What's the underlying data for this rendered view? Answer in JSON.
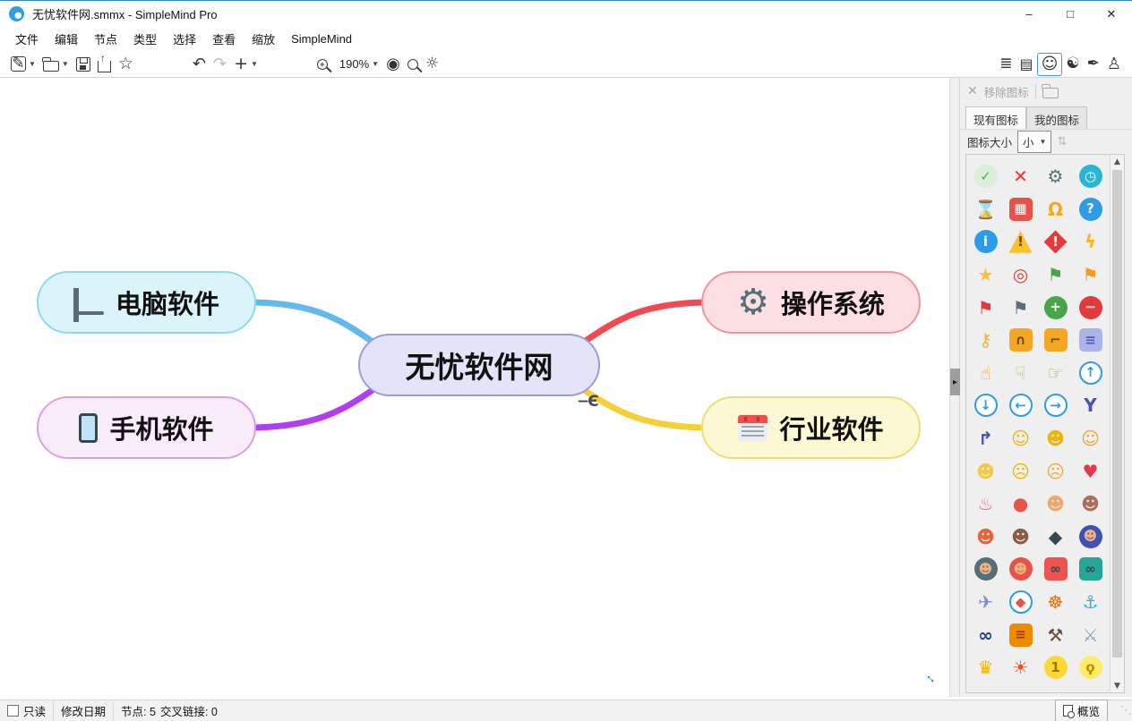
{
  "window": {
    "title": "无忧软件网.smmx - SimpleMind Pro",
    "minimize": "–",
    "maximize": "□",
    "close": "✕"
  },
  "menu": {
    "items": [
      "文件",
      "编辑",
      "节点",
      "类型",
      "选择",
      "查看",
      "缩放",
      "SimpleMind"
    ]
  },
  "toolbar": {
    "zoom_level": "190%"
  },
  "mindmap": {
    "center": {
      "label": "无忧软件网",
      "fill": "#e4e4f8",
      "border": "#9c9cd9"
    },
    "nodes": [
      {
        "label": "电脑软件",
        "icon": "laptop",
        "fill": "#daf4f9",
        "border": "#8fd9ec",
        "branch": "#62b9ee"
      },
      {
        "label": "手机软件",
        "icon": "smartphone",
        "fill": "#f8ecfa",
        "border": "#dc9fe3",
        "branch": "#b13ef2"
      },
      {
        "label": "操作系统",
        "icon": "gear",
        "fill": "#fbdfe2",
        "border": "#f2949d",
        "branch": "#f2484f"
      },
      {
        "label": "行业软件",
        "icon": "calendar",
        "fill": "#fdf8d4",
        "border": "#eedc77",
        "branch": "#f4cf37"
      }
    ]
  },
  "panel": {
    "remove_button": "移除图标",
    "tabs": [
      {
        "label": "现有图标",
        "active": true
      },
      {
        "label": "我的图标",
        "active": false
      }
    ],
    "icon_size_label": "图标大小",
    "icon_size_value": "小",
    "icons": [
      {
        "n": "check",
        "g": "✓",
        "c": "#3db54a",
        "b": "#d9efd9",
        "s": "c"
      },
      {
        "n": "cross",
        "g": "✕",
        "c": "#e33b3b"
      },
      {
        "n": "gear",
        "g": "⚙",
        "c": "#5c6e7a"
      },
      {
        "n": "clock",
        "g": "◷",
        "c": "#ffffff",
        "b": "#29b5d6",
        "s": "c"
      },
      {
        "n": "hourglass",
        "g": "⌛",
        "c": "#cf8a2e"
      },
      {
        "n": "calendar",
        "g": "▦",
        "c": "#ffffff",
        "b": "#e5534b",
        "s": "s"
      },
      {
        "n": "bell",
        "g": "Ω",
        "c": "#f5a623"
      },
      {
        "n": "question",
        "g": "?",
        "c": "#ffffff",
        "b": "#2e9be6",
        "s": "c"
      },
      {
        "n": "info",
        "g": "i",
        "c": "#ffffff",
        "b": "#2e9be6",
        "s": "c"
      },
      {
        "n": "warning",
        "g": "!",
        "c": "#6b4f00",
        "b": "#fbc02d",
        "s": "t"
      },
      {
        "n": "error",
        "g": "!",
        "c": "#ffffff",
        "b": "#e33b3b",
        "s": "d"
      },
      {
        "n": "lightning",
        "g": "ϟ",
        "c": "#f5b81e"
      },
      {
        "n": "star",
        "g": "★",
        "c": "#fbc02d"
      },
      {
        "n": "target",
        "g": "◎",
        "c": "#e33b3b"
      },
      {
        "n": "flag-green",
        "g": "⚑",
        "c": "#47a64a"
      },
      {
        "n": "flag-orange",
        "g": "⚑",
        "c": "#f59a23"
      },
      {
        "n": "flag-red",
        "g": "⚑",
        "c": "#e33b3b"
      },
      {
        "n": "flag-checkered",
        "g": "⚑",
        "c": "#5c6e7a"
      },
      {
        "n": "plus",
        "g": "+",
        "c": "#ffffff",
        "b": "#47a64a",
        "s": "c"
      },
      {
        "n": "minus",
        "g": "−",
        "c": "#ffffff",
        "b": "#e33b3b",
        "s": "c"
      },
      {
        "n": "key",
        "g": "⚷",
        "c": "#f2b23a"
      },
      {
        "n": "lock",
        "g": "∩",
        "c": "#6b4f00",
        "b": "#f5a623",
        "s": "s"
      },
      {
        "n": "unlock",
        "g": "⌐",
        "c": "#6b4f00",
        "b": "#f5a623",
        "s": "s"
      },
      {
        "n": "trash",
        "g": "≡",
        "c": "#4d5bc0",
        "b": "#aab4e8",
        "s": "s"
      },
      {
        "n": "thumbs-up",
        "g": "☝",
        "c": "#e8a33d"
      },
      {
        "n": "thumbs-down",
        "g": "☟",
        "c": "#e8a33d"
      },
      {
        "n": "handshake",
        "g": "☞",
        "c": "#d9962e"
      },
      {
        "n": "arrow-up",
        "g": "↑",
        "c": "#2e9be6",
        "b": "#ffffff",
        "bd": "#2e9be6",
        "s": "c"
      },
      {
        "n": "arrow-down",
        "g": "↓",
        "c": "#2e9be6",
        "b": "#ffffff",
        "bd": "#2e9be6",
        "s": "c"
      },
      {
        "n": "arrow-left",
        "g": "←",
        "c": "#2e9be6",
        "b": "#ffffff",
        "bd": "#2e9be6",
        "s": "c"
      },
      {
        "n": "arrow-right",
        "g": "→",
        "c": "#2e9be6",
        "b": "#ffffff",
        "bd": "#2e9be6",
        "s": "c"
      },
      {
        "n": "split",
        "g": "Y",
        "c": "#4553b4"
      },
      {
        "n": "merge",
        "g": "↱",
        "c": "#4553b4"
      },
      {
        "n": "smile",
        "g": "☺",
        "c": "#f2b200"
      },
      {
        "n": "laugh",
        "g": "☻",
        "c": "#f2b200"
      },
      {
        "n": "wink",
        "g": "☺",
        "c": "#f5a623"
      },
      {
        "n": "neutral",
        "g": "☻",
        "c": "#f2c94c"
      },
      {
        "n": "sad",
        "g": "☹",
        "c": "#f2b200"
      },
      {
        "n": "cry",
        "g": "☹",
        "c": "#f2a93b"
      },
      {
        "n": "heart",
        "g": "♥",
        "c": "#e8374a"
      },
      {
        "n": "birthday-cake",
        "g": "♨",
        "c": "#ef6292"
      },
      {
        "n": "balloon",
        "g": "●",
        "c": "#e5534b"
      },
      {
        "n": "boy",
        "g": "☻",
        "c": "#eda66f"
      },
      {
        "n": "boy-dark",
        "g": "☻",
        "c": "#a9715b"
      },
      {
        "n": "woman-redhead",
        "g": "☻",
        "c": "#e8623a"
      },
      {
        "n": "woman-dark",
        "g": "☻",
        "c": "#8d5a42"
      },
      {
        "n": "graduation-cap",
        "g": "◆",
        "c": "#37474f"
      },
      {
        "n": "police",
        "g": "☻",
        "c": "#f0b27d",
        "b": "#3f51b5",
        "s": "c"
      },
      {
        "n": "businessman",
        "g": "☻",
        "c": "#f0b27d",
        "b": "#546e7a",
        "s": "c"
      },
      {
        "n": "worker-woman",
        "g": "☻",
        "c": "#f0b27d",
        "b": "#e5534b",
        "s": "c"
      },
      {
        "n": "car",
        "g": "∞",
        "c": "#37474f",
        "b": "#ef5350",
        "s": "s"
      },
      {
        "n": "truck",
        "g": "∞",
        "c": "#37474f",
        "b": "#26a69a",
        "s": "s"
      },
      {
        "n": "airplane",
        "g": "✈",
        "c": "#7b87cf"
      },
      {
        "n": "compass",
        "g": "◆",
        "c": "#e5534b",
        "b": "#ffffff",
        "bd": "#2e9be6",
        "s": "c"
      },
      {
        "n": "helm",
        "g": "☸",
        "c": "#ef6c00"
      },
      {
        "n": "anchor",
        "g": "⚓",
        "c": "#29b5d6"
      },
      {
        "n": "binoculars",
        "g": "∞",
        "c": "#1a3e8c"
      },
      {
        "n": "brick-wall",
        "g": "≡",
        "c": "#a33c00",
        "b": "#ef8b00",
        "s": "s"
      },
      {
        "n": "hammer",
        "g": "⚒",
        "c": "#6d4c41"
      },
      {
        "n": "sword",
        "g": "⚔",
        "c": "#90a4ae"
      },
      {
        "n": "crown",
        "g": "♛",
        "c": "#f2b200"
      },
      {
        "n": "explosion",
        "g": "☀",
        "c": "#f4511e"
      },
      {
        "n": "medal",
        "g": "1",
        "c": "#a8730c",
        "b": "#fdd835",
        "s": "c"
      },
      {
        "n": "lightbulb",
        "g": "ϙ",
        "c": "#c98a00",
        "b": "#fdeb6a",
        "s": "c"
      }
    ]
  },
  "statusbar": {
    "readonly": "只读",
    "modified": "修改日期",
    "nodes": "节点: 5",
    "crosslinks": "交叉链接: 0",
    "overview": "概览"
  }
}
